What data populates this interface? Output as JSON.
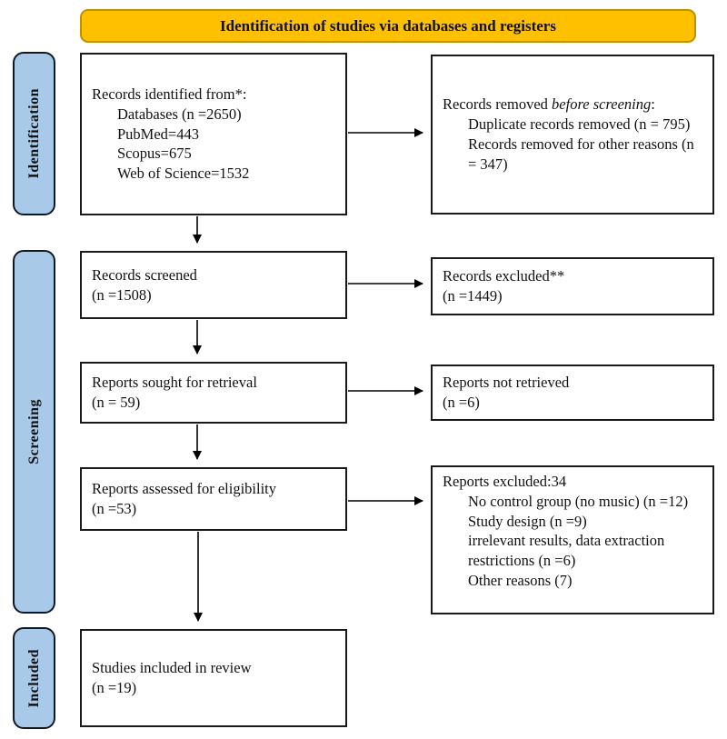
{
  "header": {
    "title": "Identification of studies via databases and registers"
  },
  "colors": {
    "header_fill": "#FFC000",
    "header_border": "#BF9000",
    "stage_fill": "#A9C9E8",
    "stage_border": "#101826",
    "box_border": "#1a1a1a",
    "arrow": "#000000"
  },
  "sidebar": {
    "stages": [
      {
        "label": "Identification"
      },
      {
        "label": "Screening"
      },
      {
        "label": "Included"
      }
    ]
  },
  "boxes": {
    "records_identified": {
      "title": "Records identified from*:",
      "items": [
        "Databases (n =2650)",
        "PubMed=443",
        "Scopus=675",
        "Web of Science=1532"
      ]
    },
    "records_screened": {
      "line1": "Records screened",
      "line2": "(n =1508)"
    },
    "reports_sought": {
      "line1": "Reports sought for retrieval",
      "line2": "(n = 59)"
    },
    "reports_assessed": {
      "line1": "Reports assessed for eligibility",
      "line2": "(n =53)"
    },
    "studies_included": {
      "line1": "Studies included in review",
      "line2": "(n =19)"
    },
    "records_removed": {
      "title_prefix": "Records removed ",
      "title_italic": "before screening",
      "title_suffix": ":",
      "items": [
        "Duplicate records removed (n = 795)",
        "Records removed for other reasons (n = 347)"
      ]
    },
    "records_excluded": {
      "line1": "Records excluded**",
      "line2": "(n =1449)"
    },
    "reports_not_retrieved": {
      "line1": "Reports not retrieved",
      "line2": "(n =6)"
    },
    "reports_excluded": {
      "title": "Reports excluded:34",
      "items": [
        "No control group (no music) (n =12)",
        "Study design (n =9)",
        "irrelevant results, data extraction restrictions (n =6)",
        "Other reasons (7)"
      ]
    }
  }
}
